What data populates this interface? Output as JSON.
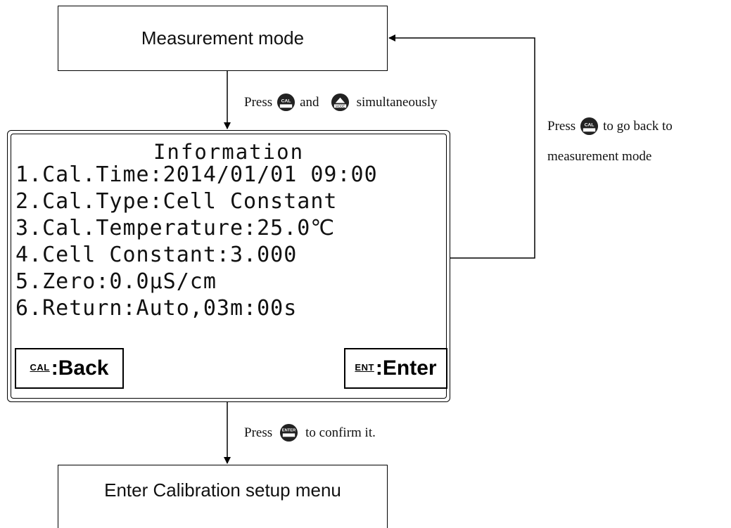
{
  "boxes": {
    "top": "Measurement mode",
    "bottom": "Enter Calibration setup menu"
  },
  "notes": {
    "step1": {
      "press": "Press",
      "and": "and",
      "suffix": "simultaneously"
    },
    "return": {
      "press": "Press",
      "suffix": "to go back to",
      "line2": "measurement mode"
    },
    "step2": {
      "press": "Press",
      "suffix": "to confirm it."
    }
  },
  "button_icons": {
    "cal": {
      "label": "CAL",
      "icon": "cal-button-icon"
    },
    "mode": {
      "label": "MODE",
      "icon": "mode-button-icon"
    },
    "enter": {
      "label": "ENTER",
      "icon": "enter-button-icon"
    }
  },
  "lcd": {
    "title": "Information",
    "lines": [
      "1.Cal.Time:2014/01/01 09:00",
      "2.Cal.Type:Cell Constant",
      "3.Cal.Temperature:25.0℃",
      "4.Cell Constant:3.000",
      "5.Zero:0.0µS/cm",
      "6.Return:Auto,03m:00s"
    ],
    "softkeys": {
      "back": {
        "tag": "CAL",
        "label": ":Back"
      },
      "enter": {
        "tag": "ENT",
        "label": ":Enter"
      }
    }
  }
}
